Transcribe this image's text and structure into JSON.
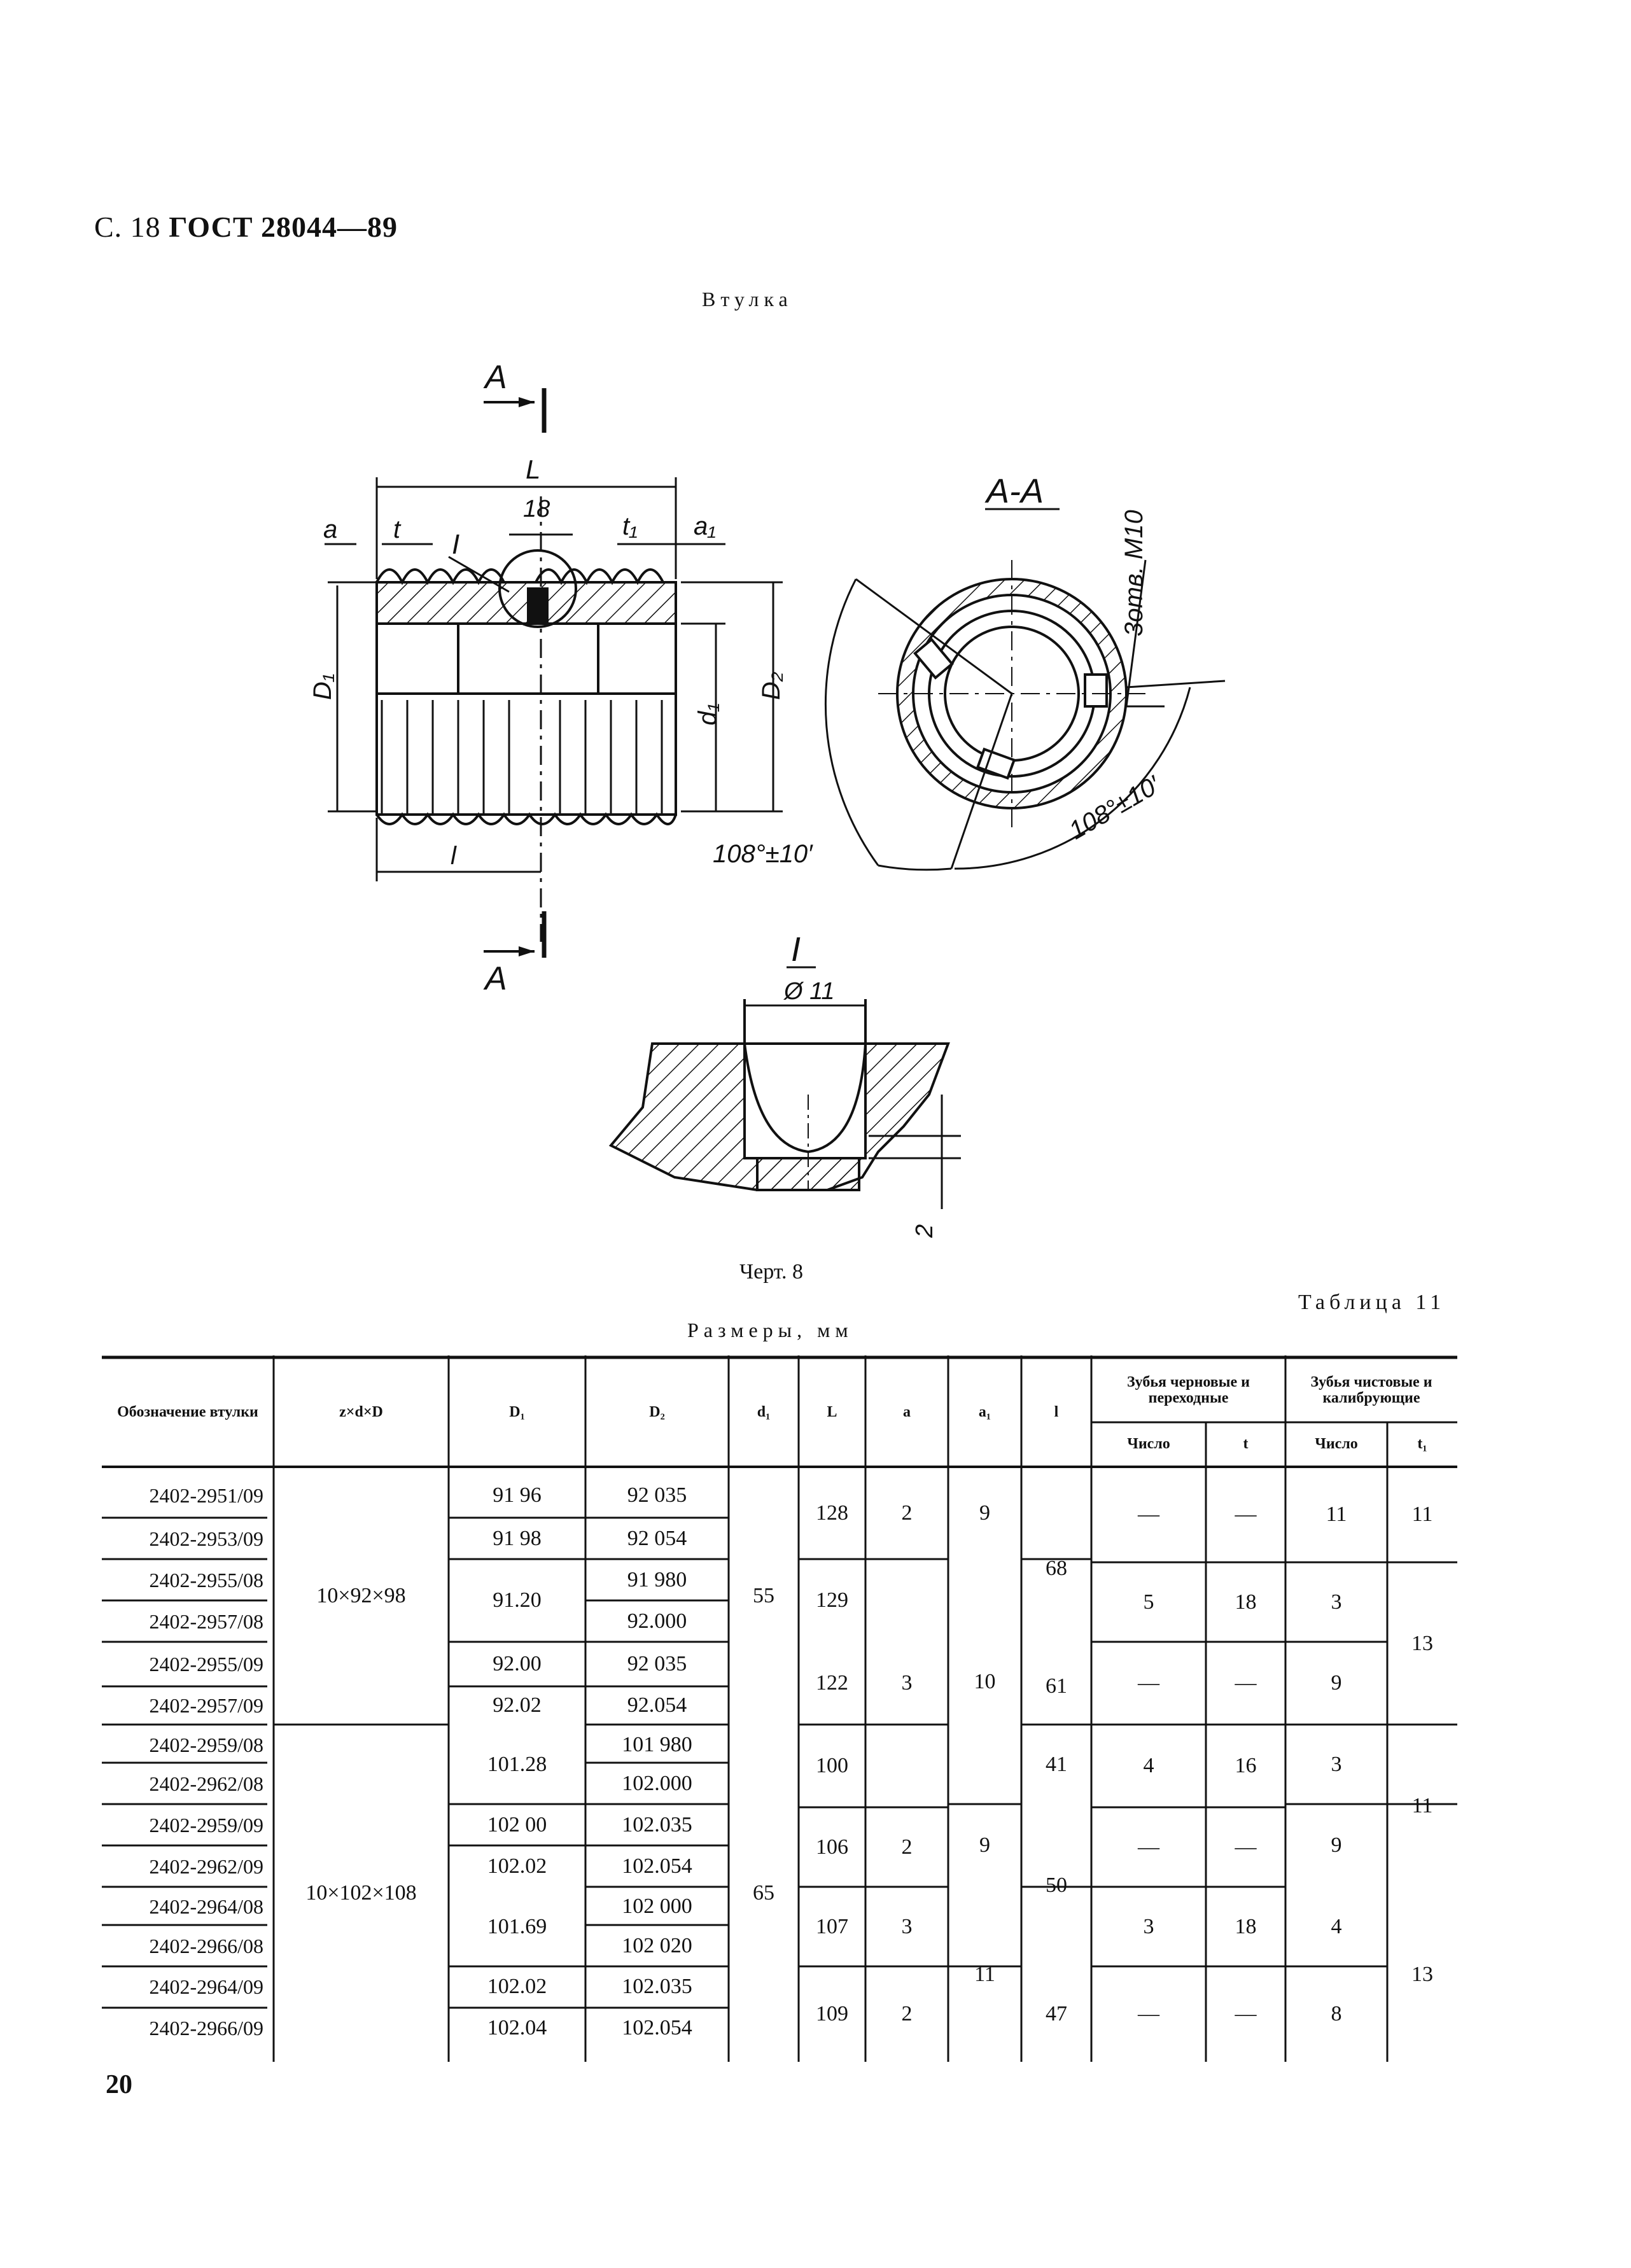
{
  "header": {
    "page": "С. 18",
    "standard": "ГОСТ 28044—89"
  },
  "part_title": "Втулка",
  "drawing": {
    "section_mark": "А",
    "section_title": "А-А",
    "dim_L": "L",
    "dim_18": "18",
    "dim_a": "a",
    "dim_t": "t",
    "dim_t1": "t₁",
    "dim_a1": "a₁",
    "detail_ref": "I",
    "dim_D1": "D₁",
    "dim_d1": "d₁",
    "dim_D2": "D₂",
    "dim_l": "l",
    "angle_left": "108°±10′",
    "angle_right": "108°±10′",
    "holes_note": "3отв. M10",
    "detail_title": "I",
    "detail_dia": "Ø 11",
    "detail_dim": "2"
  },
  "caption": "Черт. 8",
  "table_label": "Таблица 11",
  "table_subtitle": "Размеры, мм",
  "table": {
    "headers": {
      "designation": "Обозначение втулки",
      "zdD": "z×d×D",
      "D1": "D₁",
      "D2": "D₂",
      "d1": "d₁",
      "L": "L",
      "a": "a",
      "a1": "a₁",
      "l": "l",
      "rough": "Зубья черновые и переходные",
      "finish": "Зубья чистовые и калибрующие",
      "count1": "Число",
      "t": "t",
      "count2": "Число",
      "t1": "t₁"
    },
    "designations": [
      "2402-2951/09",
      "2402-2953/09",
      "2402-2955/08",
      "2402-2957/08",
      "2402-2955/09",
      "2402-2957/09",
      "2402-2959/08",
      "2402-2962/08",
      "2402-2959/09",
      "2402-2962/09",
      "2402-2964/08",
      "2402-2966/08",
      "2402-2964/09",
      "2402-2966/09"
    ],
    "zdD": [
      "10×92×98",
      "10×102×108"
    ],
    "D1": [
      "91 96",
      "91 98",
      "91.20",
      "92.00",
      "92.02",
      "101.28",
      "102 00",
      "102.02",
      "101.69",
      "102.02",
      "102.04"
    ],
    "D2": [
      "92 035",
      "92 054",
      "91 980",
      "92.000",
      "92 035",
      "92.054",
      "101 980",
      "102.000",
      "102.035",
      "102.054",
      "102 000",
      "102 020",
      "102.035",
      "102.054"
    ],
    "d1": [
      "55",
      "65"
    ],
    "L": [
      "128",
      "129",
      "122",
      "100",
      "106",
      "107",
      "109"
    ],
    "a": [
      "2",
      "3",
      "2",
      "3",
      "2"
    ],
    "a1": [
      "9",
      "10",
      "9",
      "11"
    ],
    "l": [
      "68",
      "61",
      "41",
      "50",
      "47"
    ],
    "rough_count": [
      "—",
      "5",
      "—",
      "4",
      "—",
      "3",
      "—"
    ],
    "t": [
      "—",
      "18",
      "—",
      "16",
      "—",
      "18",
      "—"
    ],
    "finish_count": [
      "11",
      "3",
      "9",
      "3",
      "9",
      "4",
      "8"
    ],
    "t1": [
      "11",
      "13",
      "11",
      "13"
    ]
  },
  "page_number": "20"
}
